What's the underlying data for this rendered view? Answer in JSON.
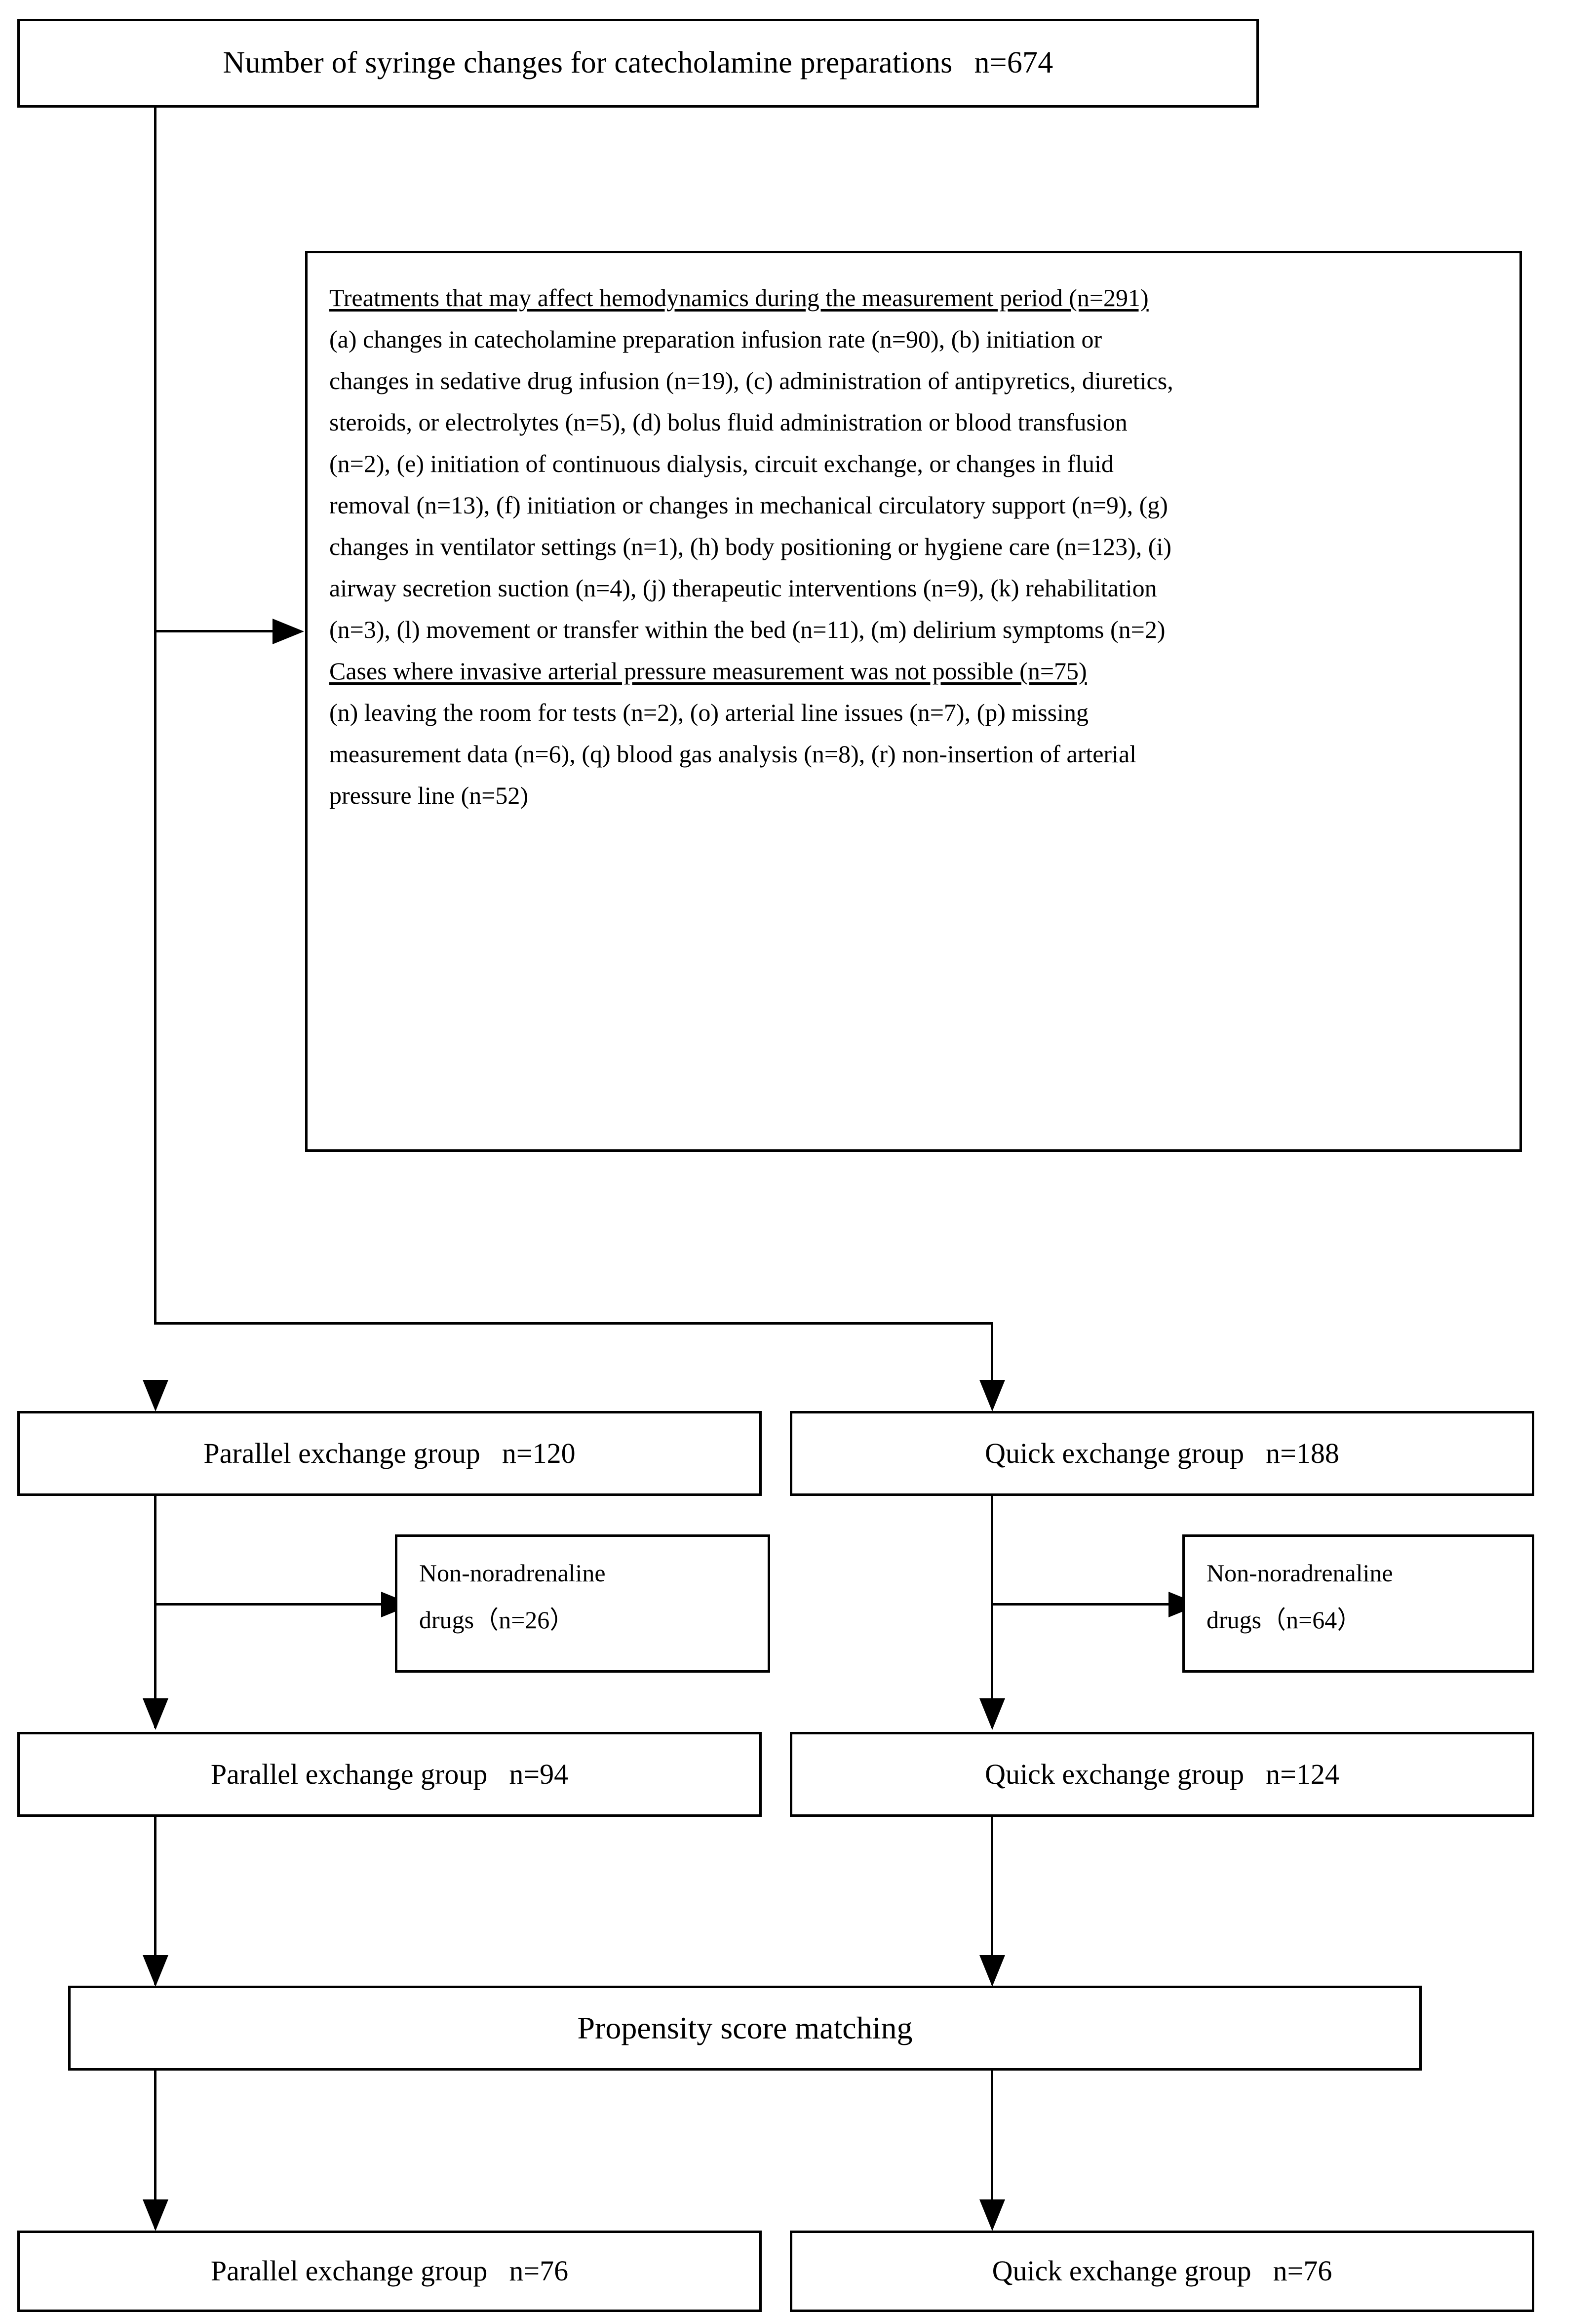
{
  "diagram": {
    "type": "study-flow-diagram",
    "top_box": {
      "label": "Number of syringe changes for catecholamine preparations",
      "count": "n=674"
    },
    "exclusion_box": {
      "heading_1": "Treatments that may affect hemodynamics during the measurement period (n=291)",
      "lines_1": [
        "(a) changes in catecholamine preparation infusion rate (n=90), (b) initiation or",
        "changes in sedative drug infusion (n=19), (c) administration of antipyretics, diuretics,",
        "steroids, or electrolytes (n=5), (d) bolus fluid administration or blood transfusion",
        "(n=2), (e) initiation of continuous dialysis, circuit exchange, or changes in fluid",
        "removal (n=13), (f) initiation or changes in mechanical circulatory support (n=9), (g)",
        "changes in ventilator settings (n=1), (h) body positioning or hygiene care (n=123), (i)",
        "airway secretion suction (n=4), (j) therapeutic interventions (n=9), (k) rehabilitation",
        "(n=3), (l) movement or transfer within the bed (n=11), (m) delirium symptoms (n=2)"
      ],
      "heading_2": "Cases where invasive arterial pressure measurement was not possible (n=75)",
      "lines_2": [
        "(n) leaving the room for tests (n=2), (o) arterial line issues (n=7), (p) missing",
        "measurement data (n=6), (q) blood gas analysis (n=8), (r) non-insertion of arterial",
        "pressure line (n=52)"
      ]
    },
    "row_initial": {
      "left": {
        "label": "Parallel exchange group",
        "count": "n=120"
      },
      "right": {
        "label": "Quick exchange group",
        "count": "n=188"
      }
    },
    "row_excluded": {
      "left": {
        "line1": "Non-noradrenaline",
        "line2": "drugs（n=26）"
      },
      "right": {
        "line1": "Non-noradrenaline",
        "line2": "drugs（n=64）"
      }
    },
    "row_filtered": {
      "left": {
        "label": "Parallel exchange group",
        "count": "n=94"
      },
      "right": {
        "label": "Quick exchange group",
        "count": "n=124"
      }
    },
    "matching_box": {
      "label": "Propensity score matching"
    },
    "row_final": {
      "left": {
        "label": "Parallel exchange group",
        "count": "n=76"
      },
      "right": {
        "label": "Quick exchange group",
        "count": "n=76"
      }
    }
  }
}
